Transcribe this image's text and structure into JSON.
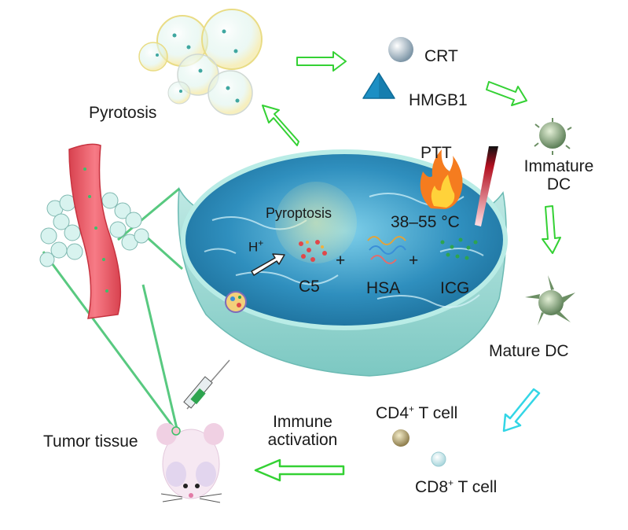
{
  "labels": {
    "pyrotosis": "Pyrotosis",
    "crt": "CRT",
    "hmgb1": "HMGB1",
    "ptt": "PTT",
    "temperature": "38–55 °C",
    "pyroptosis": "Pyroptosis",
    "h_plus": "H",
    "h_sup": "+",
    "c5": "C5",
    "hsa": "HSA",
    "icg": "ICG",
    "plus_1": "+",
    "plus_2": "+",
    "immature_dc_line1": "Immature",
    "immature_dc_line2": "DC",
    "mature_dc": "Mature DC",
    "cd4_prefix": "CD4",
    "cd4_sup": "+",
    "cd4_suffix": " T cell",
    "cd8_prefix": "CD8",
    "cd8_sup": "+",
    "cd8_suffix": " T cell",
    "immune_line1": "Immune",
    "immune_line2": "activation",
    "tumor_tissue": "Tumor tissue"
  },
  "colors": {
    "water": "#2f8fbe",
    "water_light": "#7fd0ea",
    "bowl": "#9fdbd6",
    "arrow_green": "#34d134",
    "arrow_cyan": "#33d6e6",
    "vessel": "#e85a6a",
    "cells": "#d8f3ef"
  },
  "icons": {
    "crt": "crt-sphere-icon",
    "hmgb1": "hmgb1-pyramid-icon",
    "flame": "flame-icon",
    "laser": "laser-probe-icon",
    "immature_dc": "immature-dc-icon",
    "mature_dc": "mature-dc-icon",
    "cd4": "cd4-t-cell-icon",
    "cd8": "cd8-t-cell-icon",
    "mouse": "mouse-icon",
    "syringe": "syringe-icon",
    "nanoparticle": "nanoparticle-icon"
  }
}
